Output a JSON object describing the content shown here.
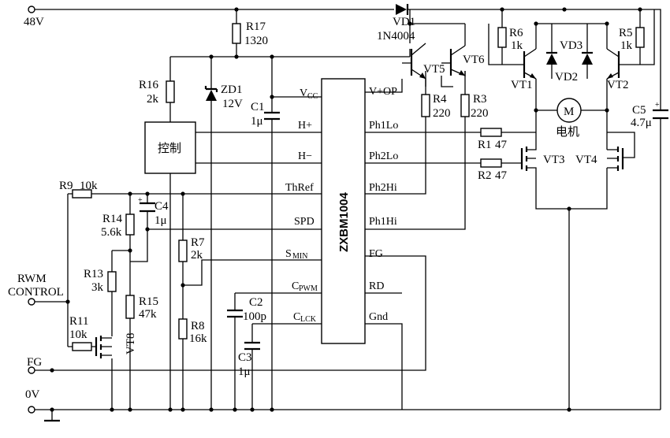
{
  "supply": {
    "v48": "48V",
    "v0": "0V",
    "fg": "FG",
    "rwm_line1": "RWM",
    "rwm_line2": "CONTROL"
  },
  "ic": {
    "name": "ZXBM1004",
    "left_pins": {
      "vcc": "V",
      "vcc_sub": "CC",
      "hplus": "H+",
      "hminus": "H−",
      "thref": "ThRef",
      "spd": "SPD",
      "smin": "S",
      "smin_sub": "MIN",
      "cpwm": "C",
      "cpwm_sub": "PWM",
      "clck": "C",
      "clck_sub": "LCK"
    },
    "right_pins": {
      "vop": "V+OP",
      "ph1lo": "Ph1Lo",
      "ph2lo": "Ph2Lo",
      "ph2hi": "Ph2Hi",
      "ph1hi": "Ph1Hi",
      "fg": "FG",
      "rd": "RD",
      "gnd": "Gnd"
    }
  },
  "control_block": "控制",
  "motor": {
    "symbol": "M",
    "label": "电机"
  },
  "components": {
    "vd1": {
      "ref": "VD1",
      "value": "1N4004"
    },
    "r17": {
      "ref": "R17",
      "value": "1320"
    },
    "r16": {
      "ref": "R16",
      "value": "2k"
    },
    "zd1": {
      "ref": "ZD1",
      "value": "12V"
    },
    "c1": {
      "ref": "C1",
      "value": "1μ"
    },
    "r4": {
      "ref": "R4",
      "value": "220"
    },
    "r3": {
      "ref": "R3",
      "value": "220"
    },
    "vt5": {
      "ref": "VT5"
    },
    "vt6": {
      "ref": "VT6"
    },
    "r6": {
      "ref": "R6",
      "value": "1k"
    },
    "r5": {
      "ref": "R5",
      "value": "1k"
    },
    "vd2": {
      "ref": "VD2"
    },
    "vd3": {
      "ref": "VD3"
    },
    "vt1": {
      "ref": "VT1"
    },
    "vt2": {
      "ref": "VT2"
    },
    "c5": {
      "ref": "C5",
      "value": "4.7μ"
    },
    "r1": {
      "ref": "R1",
      "value": "47"
    },
    "r2": {
      "ref": "R2",
      "value": "47"
    },
    "vt3": {
      "ref": "VT3"
    },
    "vt4": {
      "ref": "VT4"
    },
    "r9": {
      "ref": "R9",
      "value": "10k"
    },
    "c4": {
      "ref": "C4",
      "value": "1μ"
    },
    "r14": {
      "ref": "R14",
      "value": "5.6k"
    },
    "r7": {
      "ref": "R7",
      "value": "2k"
    },
    "r13": {
      "ref": "R13",
      "value": "3k"
    },
    "r15": {
      "ref": "R15",
      "value": "47k"
    },
    "r11": {
      "ref": "R11",
      "value": "10k"
    },
    "vt8": {
      "ref": "VT8"
    },
    "r8": {
      "ref": "R8",
      "value": "16k"
    },
    "c2": {
      "ref": "C2",
      "value": "100p"
    },
    "c3": {
      "ref": "C3",
      "value": "1μ"
    }
  }
}
